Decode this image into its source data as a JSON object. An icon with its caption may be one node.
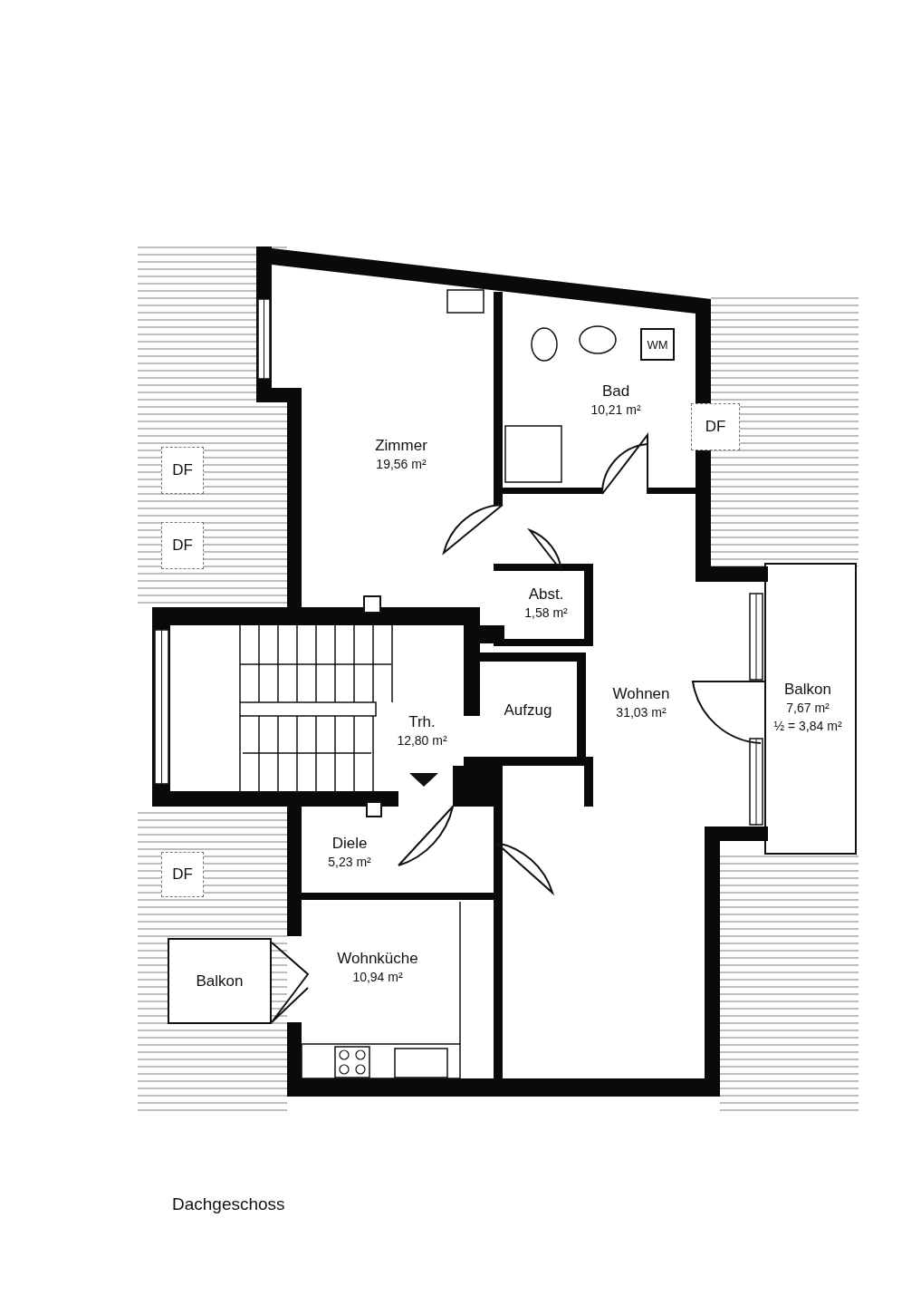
{
  "diagram": {
    "caption": "Dachgeschoss",
    "nodes": [
      {
        "text": [
          "Zimmer",
          "19,56 m²"
        ]
      },
      {
        "text": [
          "Bad",
          "10,21 m²"
        ]
      },
      {
        "text": [
          "WM"
        ]
      },
      {
        "text": [
          "DF"
        ]
      },
      {
        "text": [
          "DF"
        ]
      },
      {
        "text": [
          "DF"
        ]
      },
      {
        "text": [
          "Abst.",
          "1,58 m²"
        ]
      },
      {
        "text": [
          "Aufzug"
        ]
      },
      {
        "text": [
          "Wohnen",
          "31,03 m²"
        ]
      },
      {
        "text": [
          "Balkon",
          "7,67 m²",
          "½ = 3,84 m²"
        ]
      },
      {
        "text": [
          "Trh.",
          "12,80 m²"
        ]
      },
      {
        "text": [
          "Diele",
          "5,23 m²"
        ]
      },
      {
        "text": [
          "DF"
        ]
      },
      {
        "text": [
          "Wohnküche",
          "10,94 m²"
        ]
      },
      {
        "text": [
          "Balkon"
        ]
      }
    ]
  }
}
